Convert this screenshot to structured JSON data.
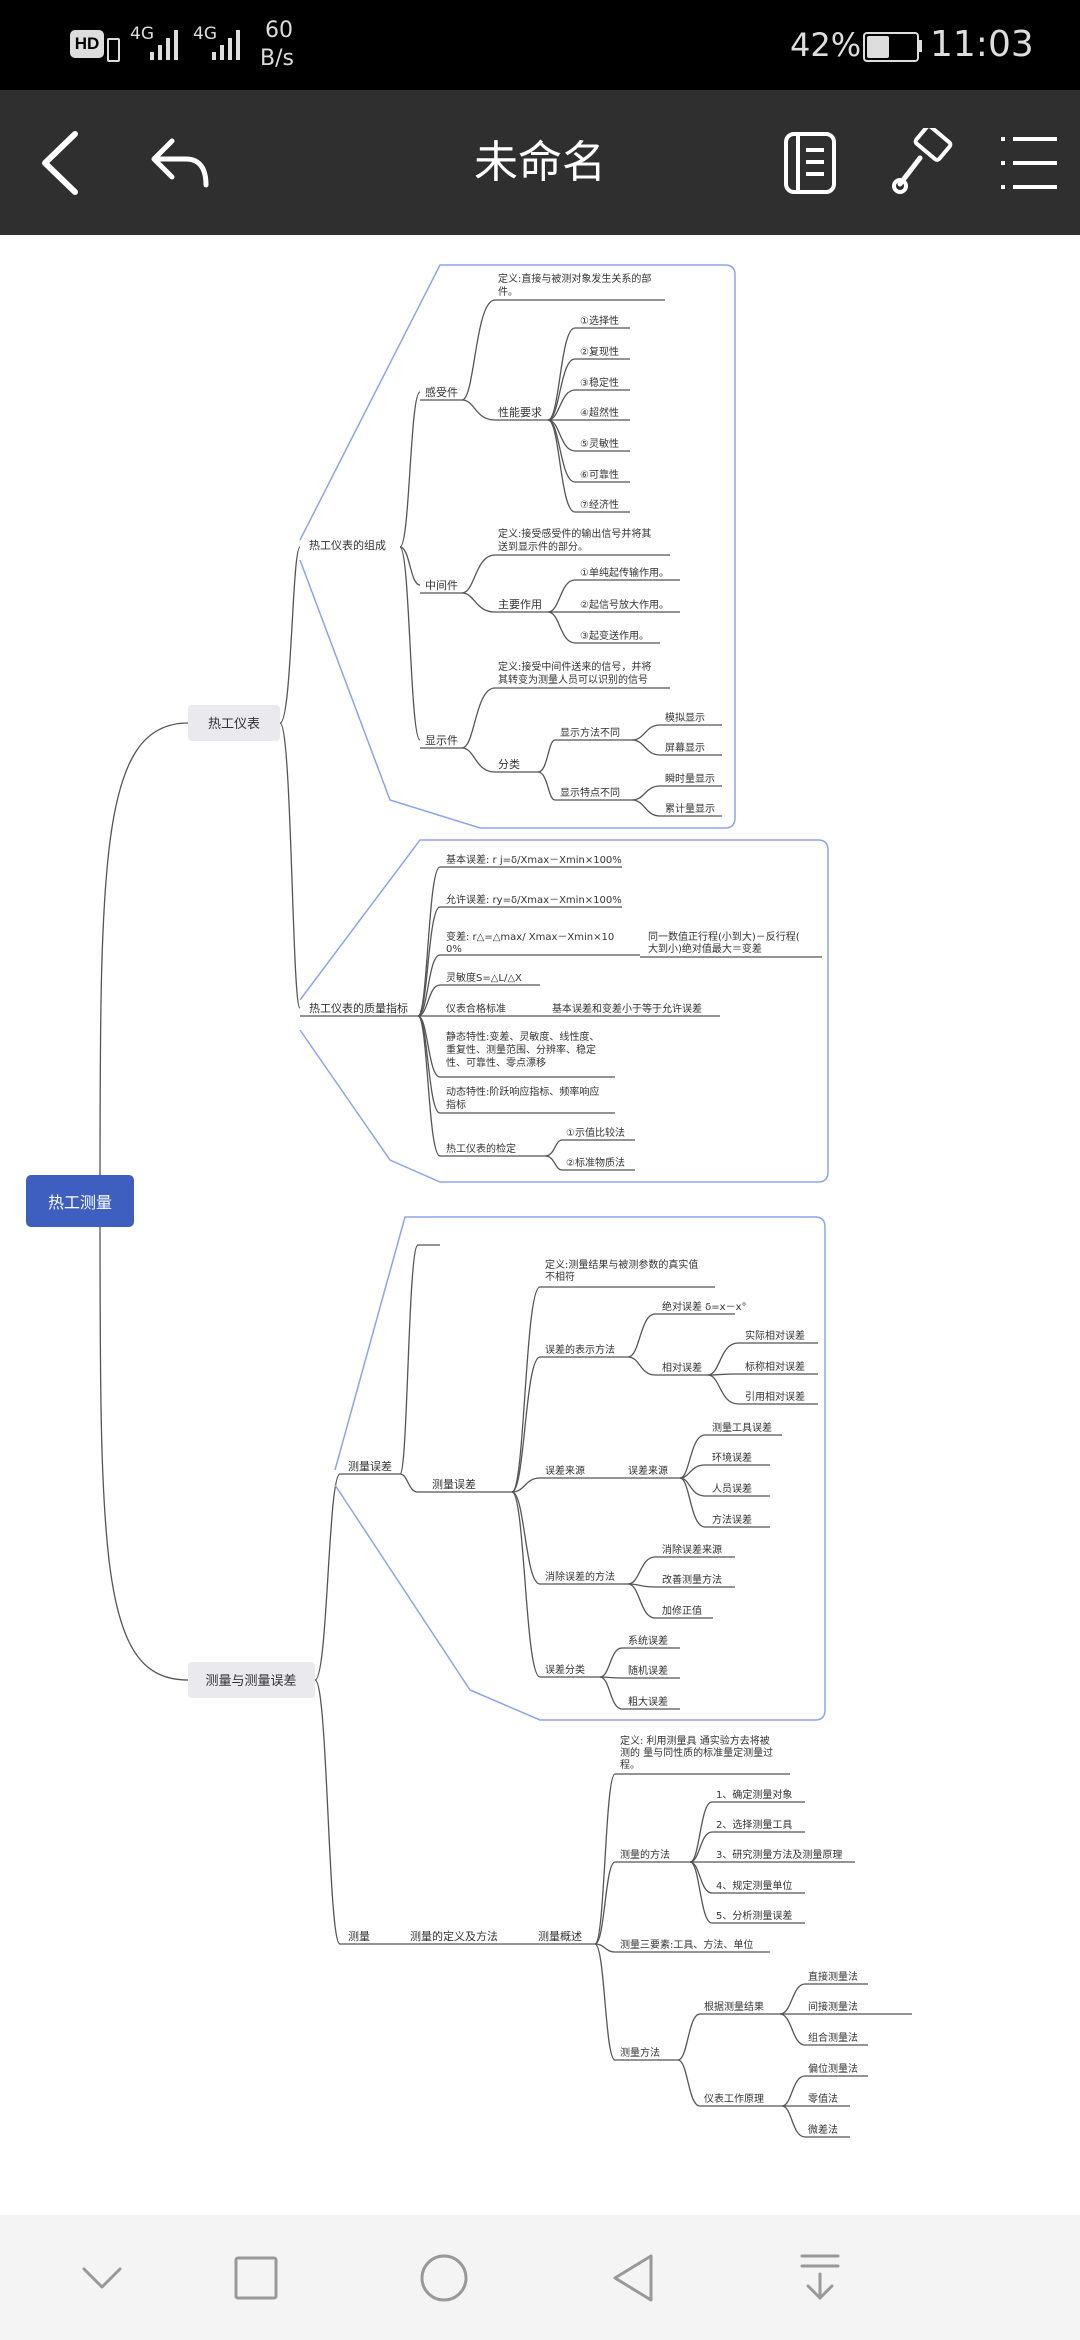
{
  "status_bar": {
    "network1": "4G",
    "network2": "4G",
    "speed_value": "60",
    "speed_unit": "B/s",
    "battery": "42%",
    "time": "11:03",
    "hd_label": "HD"
  },
  "toolbar": {
    "title": "未命名",
    "back_icon": "chevron-left-icon",
    "undo_icon": "undo-icon",
    "outline_icon": "document-icon",
    "style_icon": "paint-roller-icon",
    "menu_icon": "menu-icon"
  },
  "mindmap": {
    "root": "热工测量",
    "branch1": {
      "label": "热工仪表",
      "components": {
        "label": "热工仪表的组成",
        "sensor": {
          "label": "感受件",
          "definition": [
            "定义:直接与被测对象发生关系的部",
            "件。"
          ],
          "req_label": "性能要求",
          "requirements": [
            "①选择性",
            "②复现性",
            "③稳定性",
            "④超然性",
            "⑤灵敏性",
            "⑥可靠性",
            "⑦经济性"
          ]
        },
        "intermediate": {
          "label": "中间件",
          "definition": [
            "定义:接受感受件的输出信号并将其",
            "送到显示件的部分。"
          ],
          "role_label": "主要作用",
          "roles": [
            "①单纯起传输作用。",
            "②起信号放大作用。",
            "③起变送作用。"
          ]
        },
        "display": {
          "label": "显示件",
          "definition": [
            "定义:接受中间件送来的信号，并将",
            "其转变为测量人员可以识别的信号"
          ],
          "class_label": "分类",
          "by_method": "显示方法不同",
          "methods": [
            "模拟显示",
            "屏幕显示"
          ],
          "by_feature": "显示特点不同",
          "features": [
            "瞬时量显示",
            "累计量显示"
          ]
        }
      },
      "quality": {
        "label": "热工仪表的质量指标",
        "basic_error": "基本误差: r j=δ/Xmax－Xmin×100%",
        "allowed_error": "允许误差: ry=δ/Xmax－Xmin×100%",
        "variation": [
          "变差: r△=△max/ Xmax－Xmin×10",
          "0%"
        ],
        "variation_note": [
          "同一数值正行程(小到大)－反行程(",
          "大到小)绝对值最大＝变差"
        ],
        "sensitivity": "灵敏度S=△L/△X",
        "accuracy_std": "仪表合格标准",
        "accuracy_note": "基本误差和变差小于等于允许误差",
        "static": [
          "静态特性:变差、灵敏度、线性度、",
          "重复性、测量范围、分辨率、稳定",
          "性、可靠性、零点漂移"
        ],
        "dynamic": [
          "动态特性:阶跃响应指标、频率响应",
          "指标"
        ],
        "calibration": "热工仪表的检定",
        "cal_methods": [
          "①示值比较法",
          "②标准物质法"
        ]
      }
    },
    "branch2": {
      "label": "测量与测量误差",
      "error_group": {
        "label": "测量误差",
        "sub_label": "测量误差",
        "definition": [
          "定义:测量结果与被测参数的真实值",
          "不相符"
        ],
        "repr_label": "误差的表示方法",
        "absolute": "绝对误差 δ=x－x°",
        "relative": "相对误差",
        "relative_items": [
          "实际相对误差",
          "标称相对误差",
          "引用相对误差"
        ],
        "source_label": "误差来源",
        "source_sub": "误差来源",
        "sources": [
          "测量工具误差",
          "环境误差",
          "人员误差",
          "方法误差"
        ],
        "elim_label": "消除误差的方法",
        "elim_items": [
          "消除误差来源",
          "改善测量方法",
          "加修正值"
        ],
        "class_label": "误差分类",
        "classes": [
          "系统误差",
          "随机误差",
          "粗大误差"
        ]
      },
      "measure_group": {
        "label": "测量",
        "def_method": "测量的定义及方法",
        "overview": "测量概述",
        "definition": [
          "定义: 利用测量具 通实验方去将被",
          "测的 量与同性质的标准量定测量过",
          "程。"
        ],
        "method_label": "测量的方法",
        "steps": [
          "1、确定测量对象",
          "2、选择测量工具",
          "3、研究测量方法及测量原理",
          "4、规定测量单位",
          "5、分析测量误差"
        ],
        "three_elements": "测量三要素:工具、方法、单位",
        "ways_label": "测量方法",
        "by_result": "根据测量结果",
        "result_items": [
          "直接测量法",
          "间接测量法",
          "组合测量法"
        ],
        "by_principle": "仪表工作原理",
        "principle_items": [
          "偏位测量法",
          "零值法",
          "微差法"
        ]
      }
    }
  },
  "bottom_nav": {
    "collapse_icon": "chevron-down-icon",
    "recent_icon": "square-icon",
    "home_icon": "circle-icon",
    "back_icon": "triangle-back-icon",
    "download_icon": "download-icon"
  }
}
